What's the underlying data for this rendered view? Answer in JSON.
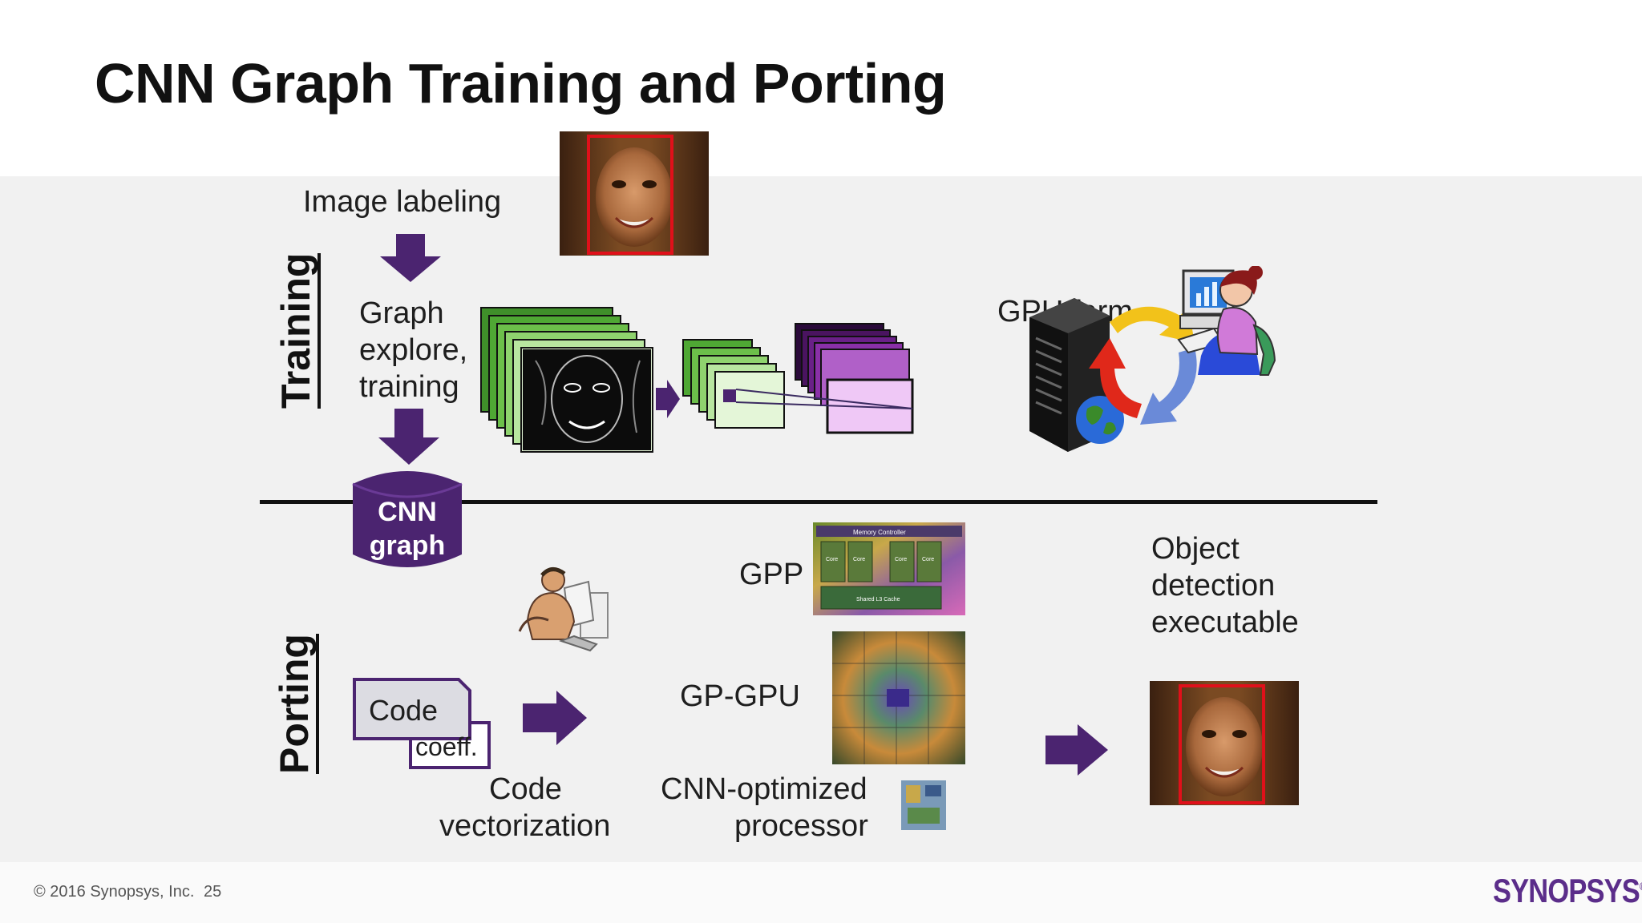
{
  "slide": {
    "title": "CNN Graph Training and Porting",
    "footer": {
      "copyright": "© 2016 Synopsys, Inc.",
      "page_number": "25",
      "logo": "SYNOPSYS"
    }
  },
  "training": {
    "section_label": "Training",
    "image_labeling": "Image labeling",
    "graph_explore_lines": [
      "Graph",
      "explore,",
      "training"
    ],
    "gpu_farm": "GPU farm"
  },
  "cnn_graph": {
    "line1": "CNN",
    "line2": "graph"
  },
  "porting": {
    "section_label": "Porting",
    "code": "Code",
    "coeff": "coeff.",
    "code_vectorization_lines": [
      "Code",
      "vectorization"
    ],
    "gpp": "GPP",
    "gp_gpu": "GP-GPU",
    "cnn_optimized_lines": [
      "CNN-optimized",
      "processor"
    ],
    "object_detection_lines": [
      "Object",
      "detection",
      "executable"
    ],
    "die_labels": {
      "memory_controller": "Memory Controller",
      "core": "Core",
      "shared_cache": "Shared L3 Cache"
    }
  },
  "colors": {
    "accent_purple": "#4b2470",
    "face_box": "#e0101a",
    "band": "#f1f1f1",
    "green_layers": "#5cbf3c",
    "violet_layers": "#7b2fa8"
  },
  "icons": [
    "face-photo",
    "gpu-server-icon",
    "globe-icon",
    "cycle-arrows-icon",
    "woman-at-computer-icon",
    "man-at-computer-icon",
    "gpp-die-image",
    "gpgpu-die-image",
    "cnn-processor-die-image",
    "arrow-down-icon",
    "arrow-right-icon"
  ]
}
